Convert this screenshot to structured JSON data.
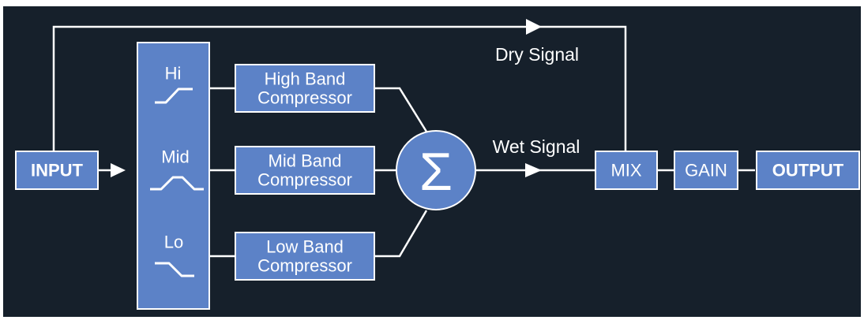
{
  "diagram": {
    "colors": {
      "background": "#16202b",
      "block_fill": "#5c82c7",
      "block_stroke": "#ffffff",
      "wire": "#ffffff",
      "text": "#ffffff"
    },
    "blocks": {
      "input": "INPUT",
      "filter_bank": {
        "hi": "Hi",
        "mid": "Mid",
        "lo": "Lo"
      },
      "high_band_compressor": [
        "High Band",
        "Compressor"
      ],
      "mid_band_compressor": [
        "Mid Band",
        "Compressor"
      ],
      "low_band_compressor": [
        "Low Band",
        "Compressor"
      ],
      "summer_symbol": "Σ",
      "mix": "MIX",
      "gain": "GAIN",
      "output": "OUTPUT"
    },
    "signals": {
      "dry": "Dry Signal",
      "wet": "Wet Signal"
    },
    "icons": [
      "highpass-curve-icon",
      "bandpass-curve-icon",
      "lowpass-curve-icon",
      "sum-icon",
      "arrow-icon"
    ]
  }
}
